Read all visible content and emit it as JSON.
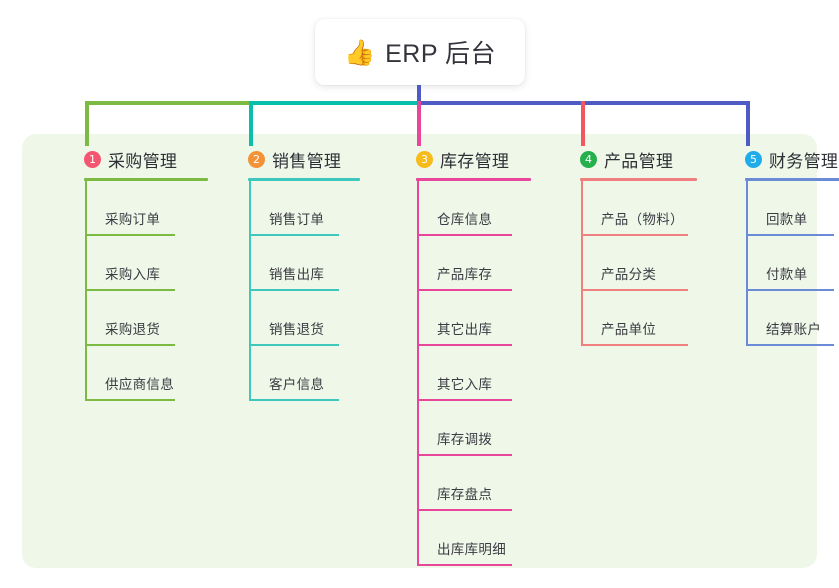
{
  "root": {
    "icon": "thumbs-up-icon",
    "emoji": "👍",
    "title": "ERP 后台"
  },
  "palette": {
    "panel_bg": "#eff7e9",
    "page_bg": "#ffffff",
    "card_bg": "#ffffff",
    "text": "#2f2f36",
    "root_stem": "#4f5bc4"
  },
  "bus": {
    "segment_colors": [
      "#7cba44",
      "#09bfab",
      "#4f5bc4"
    ],
    "drop_colors": [
      "#7cba44",
      "#09bfab",
      "#e8469a",
      "#f2575f",
      "#4f5bc4"
    ]
  },
  "branches": [
    {
      "index": "1",
      "label": "采购管理",
      "badge_color": "#f5566f",
      "line_color": "#7cba44",
      "underline_width": 124,
      "leaf_width": 90,
      "leaves": [
        "采购订单",
        "采购入库",
        "采购退货",
        "供应商信息"
      ]
    },
    {
      "index": "2",
      "label": "销售管理",
      "badge_color": "#f39237",
      "line_color": "#3ec8bd",
      "underline_width": 112,
      "leaf_width": 90,
      "leaves": [
        "销售订单",
        "销售出库",
        "销售退货",
        "客户信息"
      ]
    },
    {
      "index": "3",
      "label": "库存管理",
      "badge_color": "#f7bb1c",
      "line_color": "#e8469a",
      "underline_width": 115,
      "leaf_width": 95,
      "leaves": [
        "仓库信息",
        "产品库存",
        "其它出库",
        "其它入库",
        "库存调拨",
        "库存盘点",
        "出库库明细"
      ]
    },
    {
      "index": "4",
      "label": "产品管理",
      "badge_color": "#25b04c",
      "line_color": "#f08080",
      "underline_width": 117,
      "leaf_width": 107,
      "leaves": [
        "产品（物料）",
        "产品分类",
        "产品单位"
      ]
    },
    {
      "index": "5",
      "label": "财务管理",
      "badge_color": "#20acea",
      "line_color": "#6c8bd6",
      "underline_width": 116,
      "leaf_width": 88,
      "leaves": [
        "回款单",
        "付款单",
        "结算账户"
      ]
    }
  ]
}
